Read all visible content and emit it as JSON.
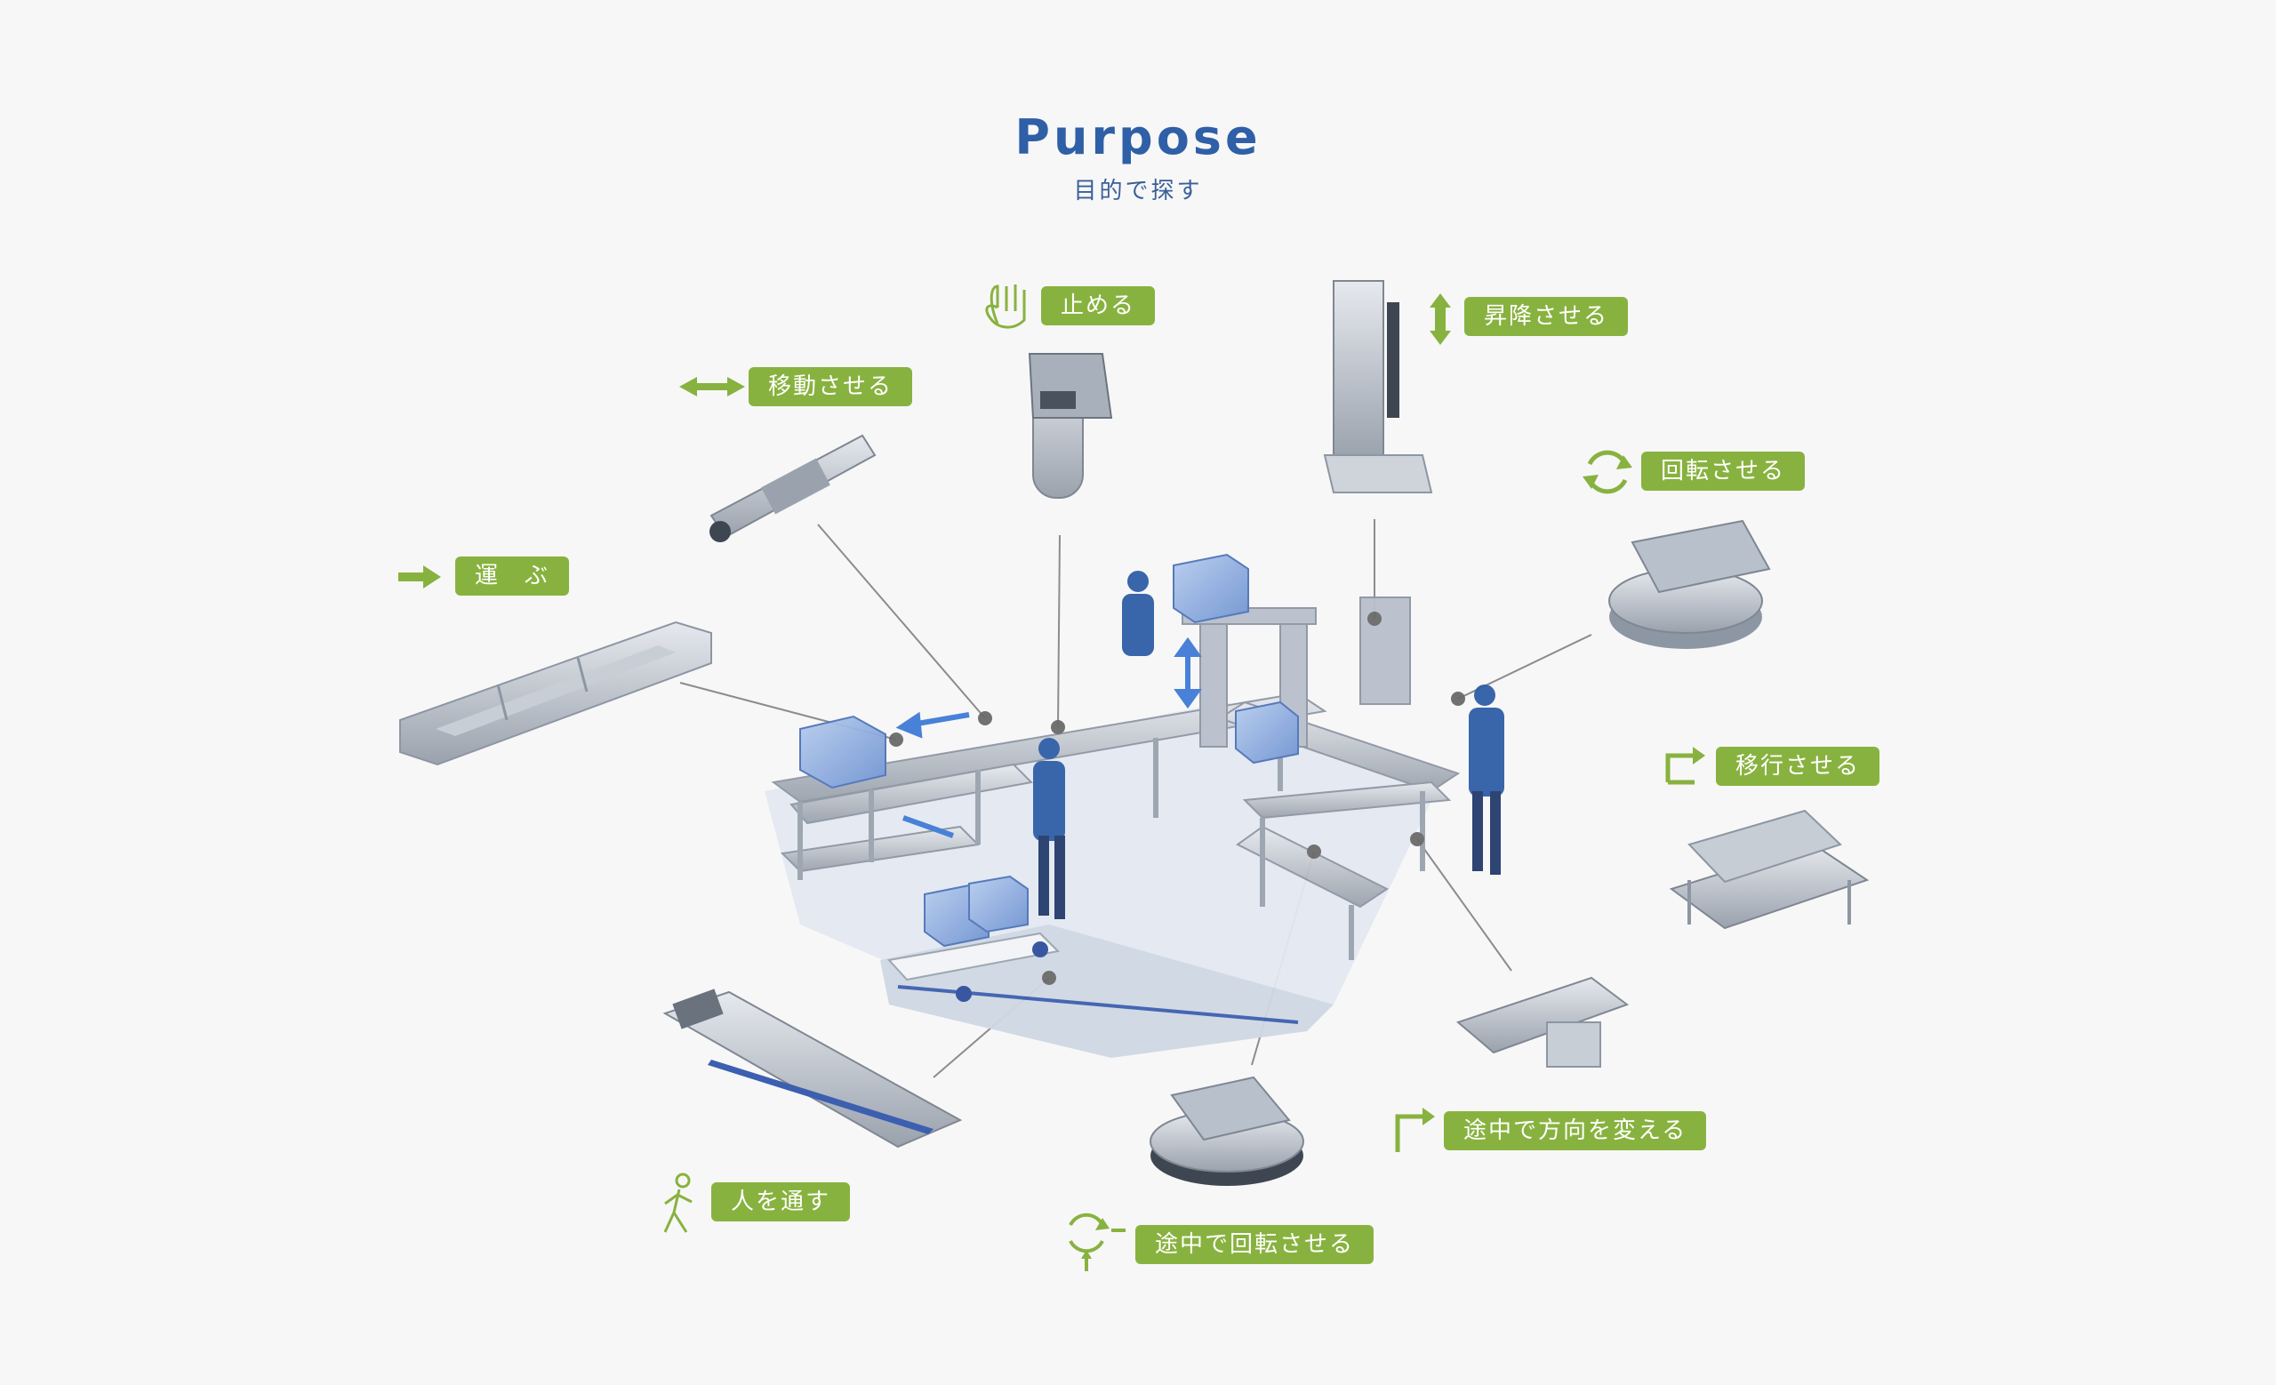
{
  "header": {
    "title": "Purpose",
    "subtitle": "目的で探す"
  },
  "purposes": [
    {
      "id": "carry",
      "label": "運　ぶ",
      "icon": "arrow-right-icon"
    },
    {
      "id": "move",
      "label": "移動させる",
      "icon": "double-arrow-horizontal-icon"
    },
    {
      "id": "stop",
      "label": "止める",
      "icon": "hand-stop-icon"
    },
    {
      "id": "lift",
      "label": "昇降させる",
      "icon": "double-arrow-vertical-icon"
    },
    {
      "id": "rotate",
      "label": "回転させる",
      "icon": "rotate-icon"
    },
    {
      "id": "transfer",
      "label": "移行させる",
      "icon": "turn-arrow-icon"
    },
    {
      "id": "change-direction",
      "label": "途中で方向を変える",
      "icon": "turn-arrow-icon"
    },
    {
      "id": "rotate-midway",
      "label": "途中で回転させる",
      "icon": "rotate-midway-icon"
    },
    {
      "id": "pass-people",
      "label": "人を通す",
      "icon": "walking-person-icon"
    }
  ],
  "colors": {
    "accent": "#88b23f",
    "title": "#2f5fa6",
    "scene_blue": "#5f86c8",
    "frame": "#c5ccd4"
  }
}
